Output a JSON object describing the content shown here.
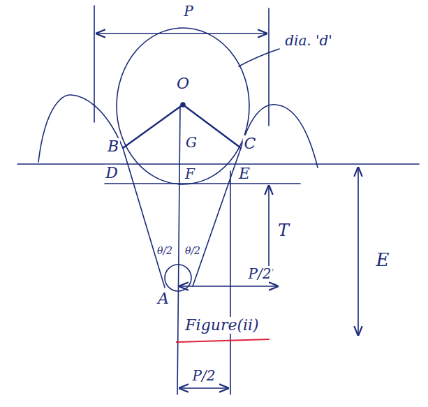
{
  "diagram": {
    "caption": "Figure(ii)",
    "labels": [
      "P",
      "dia. 'd'",
      "O",
      "B",
      "G",
      "C",
      "D",
      "F",
      "E",
      "T",
      "E",
      "θ/2",
      "θ/2",
      "P/2",
      "A",
      "P/2"
    ]
  }
}
